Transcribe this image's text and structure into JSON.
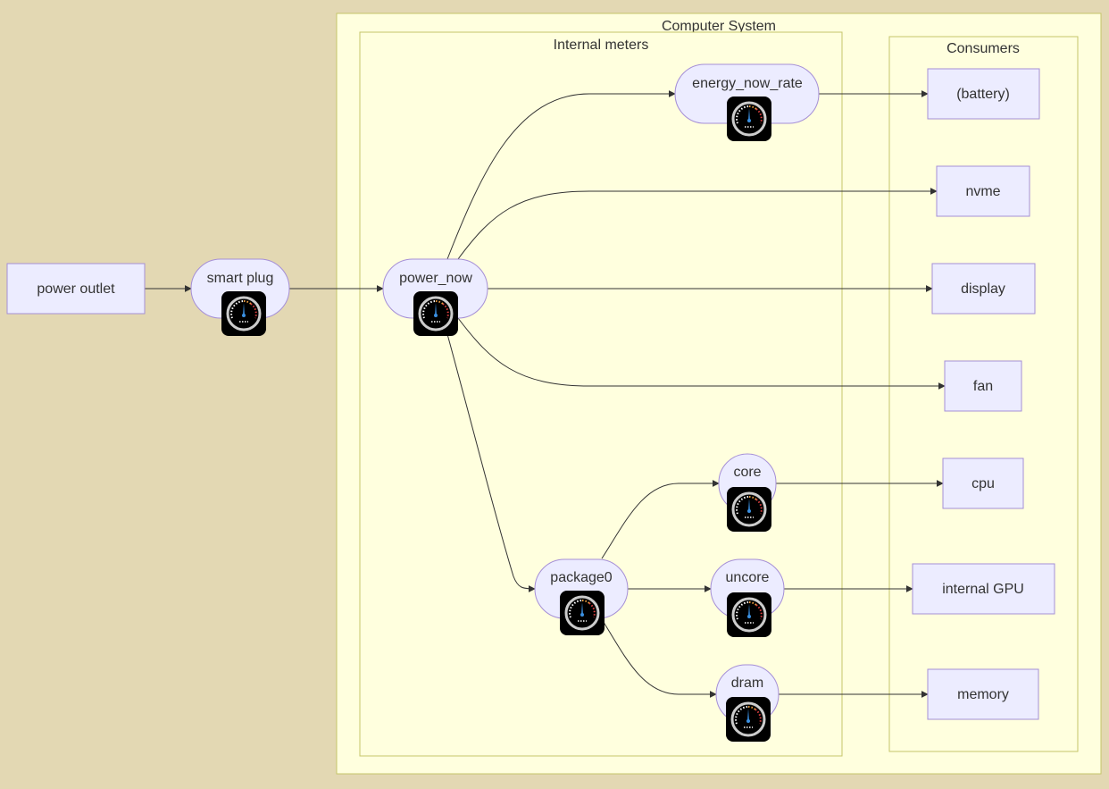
{
  "clusters": {
    "computer_system": "Computer System",
    "internal_meters": "Internal meters",
    "consumers": "Consumers"
  },
  "nodes": {
    "power_outlet": "power outlet",
    "smart_plug": "smart plug",
    "power_now": "power_now",
    "energy_now_rate": "energy_now_rate",
    "package0": "package0",
    "core": "core",
    "uncore": "uncore",
    "dram": "dram",
    "battery": "(battery)",
    "nvme": "nvme",
    "display": "display",
    "fan": "fan",
    "cpu": "cpu",
    "internal_gpu": "internal GPU",
    "memory": "memory"
  },
  "meter_icon": "gauge-icon",
  "edges": [
    [
      "power_outlet",
      "smart_plug"
    ],
    [
      "smart_plug",
      "power_now"
    ],
    [
      "power_now",
      "energy_now_rate"
    ],
    [
      "power_now",
      "nvme"
    ],
    [
      "power_now",
      "display"
    ],
    [
      "power_now",
      "fan"
    ],
    [
      "power_now",
      "package0"
    ],
    [
      "energy_now_rate",
      "battery"
    ],
    [
      "package0",
      "core"
    ],
    [
      "package0",
      "uncore"
    ],
    [
      "package0",
      "dram"
    ],
    [
      "core",
      "cpu"
    ],
    [
      "uncore",
      "internal_gpu"
    ],
    [
      "dram",
      "memory"
    ]
  ],
  "colors": {
    "background": "#e3d8b3",
    "cluster_fill": "#ffffde",
    "cluster_stroke": "#c5c46a",
    "node_fill": "#ececff",
    "node_stroke": "#a58fd6",
    "edge": "#333333"
  }
}
